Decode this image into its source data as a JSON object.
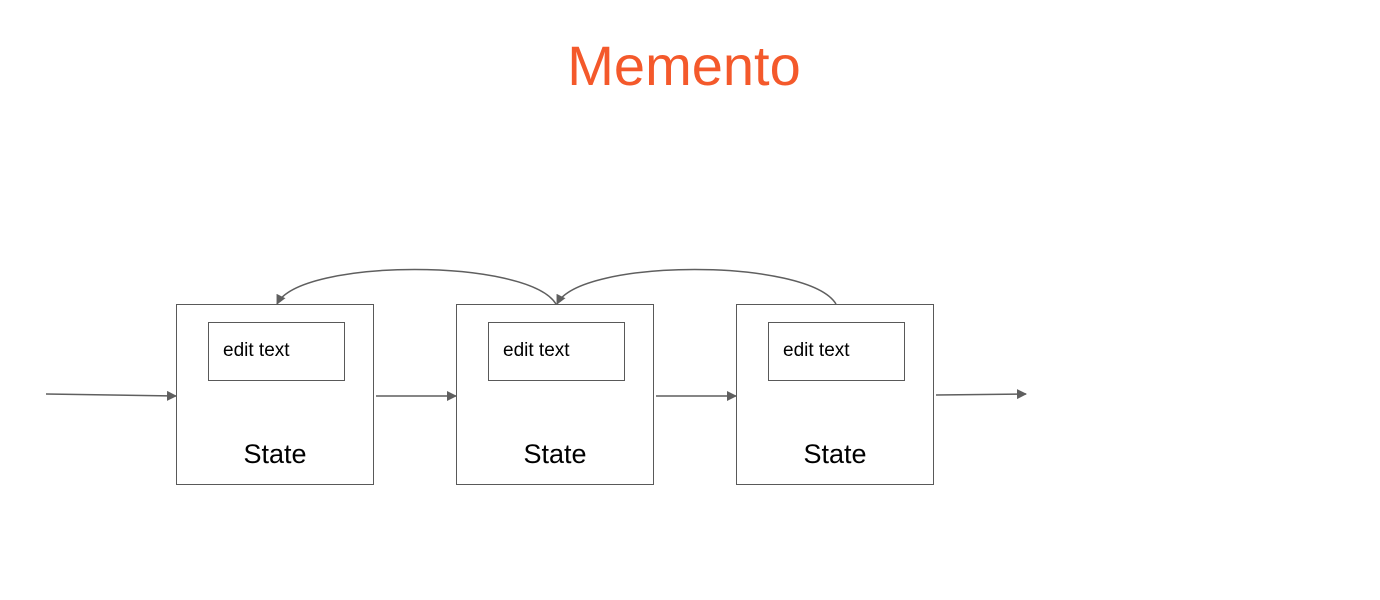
{
  "title": "Memento",
  "colors": {
    "title": "#f4592b",
    "line": "#5f5f5f",
    "text": "#000000"
  },
  "states": [
    {
      "name": "State",
      "inner_label": "edit text"
    },
    {
      "name": "State",
      "inner_label": "edit text"
    },
    {
      "name": "State",
      "inner_label": "edit text"
    }
  ]
}
